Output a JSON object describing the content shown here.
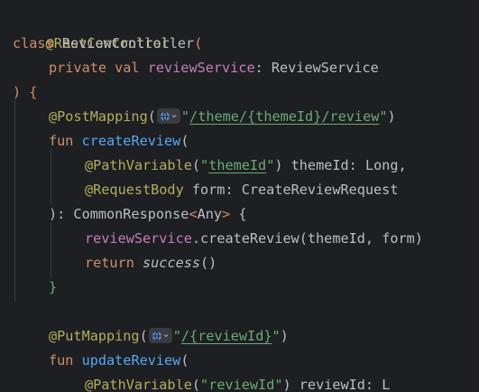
{
  "editor": {
    "language": "Kotlin",
    "theme_colors": {
      "background": "#1e1f22",
      "annotation": "#b3ae60",
      "keyword": "#cf8e6d",
      "function": "#56a8f5",
      "property": "#c77dbb",
      "string": "#6aab73",
      "plain": "#bcbec4"
    },
    "lines": {
      "l1": {
        "ann": "@RestController"
      },
      "l2": {
        "kw": "class ",
        "name": "ReviewController",
        "punct": "("
      },
      "l3": {
        "kw": "private val ",
        "prop": "reviewService",
        "rest": ": ReviewService"
      },
      "l4": {
        "text": ") {"
      },
      "l5": {
        "ann": "@PostMapping",
        "open": "(",
        "q1": "\"",
        "path": "/theme/{themeId}/review",
        "q2": "\"",
        "close": ")"
      },
      "l6": {
        "kw": "fun ",
        "name": "createReview",
        "punct": "("
      },
      "l7": {
        "ann": "@PathVariable",
        "open": "(",
        "q1": "\"",
        "str": "themeId",
        "q2": "\"",
        "rest": ") themeId: Long,"
      },
      "l8": {
        "ann": "@RequestBody",
        "rest": " form: CreateReviewRequest"
      },
      "l9": {
        "pre": "): CommonResponse",
        "lt": "<",
        "type": "Any",
        "gt": ">",
        "post": " {"
      },
      "l10": {
        "prop": "reviewService",
        "dot": ".",
        "call": "createReview(themeId, form)"
      },
      "l11": {
        "kw": "return ",
        "fn": "success",
        "rest": "()"
      },
      "l12": {
        "text": "}"
      },
      "l14": {
        "ann": "@PutMapping",
        "open": "(",
        "q1": "\"",
        "path": "/{reviewId}",
        "q2": "\"",
        "close": ")"
      },
      "l15": {
        "kw": "fun ",
        "name": "updateReview",
        "punct": "("
      },
      "l16": {
        "ann": "@PathVariable",
        "open": "(",
        "q1": "\"",
        "str": "reviewId",
        "q2": "\"",
        "rest": ") reviewId: L"
      }
    },
    "inlay_icon": "globe-icon"
  }
}
